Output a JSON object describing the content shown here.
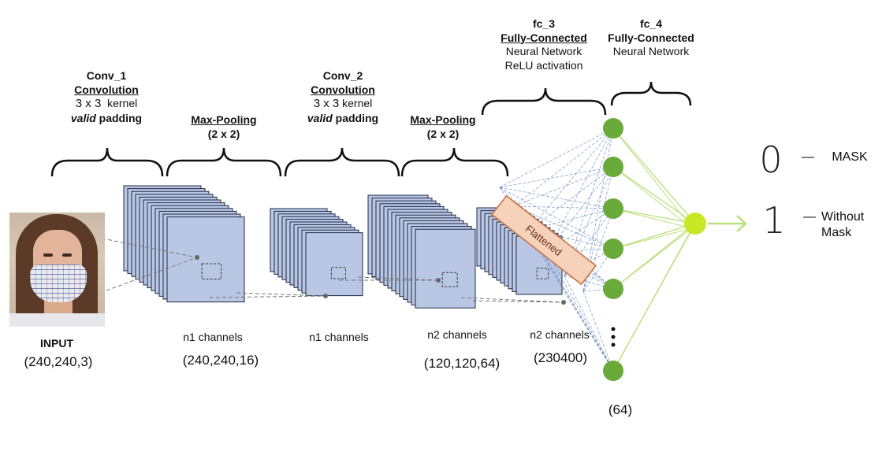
{
  "labels": {
    "conv1": {
      "name": "Conv_1",
      "type": "Convolution",
      "kernel_size": "3 x 3",
      "kernel_word": "kernel",
      "padding_mode": "valid",
      "padding_word": "padding"
    },
    "pool1": {
      "name": "Max-Pooling",
      "size": "(2 x 2)"
    },
    "conv2": {
      "name": "Conv_2",
      "type": "Convolution",
      "kernel_size": "3 x 3",
      "kernel_word": "kernel",
      "padding_mode": "valid",
      "padding_word": "padding"
    },
    "pool2": {
      "name": "Max-Pooling",
      "size": "(2 x 2)"
    },
    "fc3": {
      "name": "fc_3",
      "type": "Fully-Connected",
      "line1": "Neural Network",
      "line2": "ReLU activation"
    },
    "fc4": {
      "name": "fc_4",
      "type": "Fully-Connected",
      "line1": "Neural Network"
    }
  },
  "bottom": {
    "input_label": "INPUT",
    "input_shape": "(240,240,3)",
    "n1_channels_a": "n1 channels",
    "shape_conv1": "(240,240,16)",
    "n1_channels_b": "n1 channels",
    "n2_channels_a": "n2 channels",
    "shape_pool2": "(120,120,64)",
    "n2_channels_b": "n2 channels",
    "shape_flat": "(230400)",
    "fc_units": "(64)"
  },
  "flattened_label": "Flattened",
  "outputs": {
    "zero_glyph": "0",
    "zero_label": "MASK",
    "one_glyph": "1",
    "one_label_line1": "Without",
    "one_label_line2": "Mask",
    "dash": "—"
  },
  "colors": {
    "feature_map_fill": "#b9c7e4",
    "feature_map_stroke": "#1f2a44",
    "node_fill": "#6aaa3a",
    "output_node_fill": "#c8e825",
    "flattened_fill": "#f6d2bb",
    "flattened_stroke": "#c86e3c",
    "fc3_edge": "#5b7fb8",
    "fc4_edge": "#b9e07a"
  }
}
